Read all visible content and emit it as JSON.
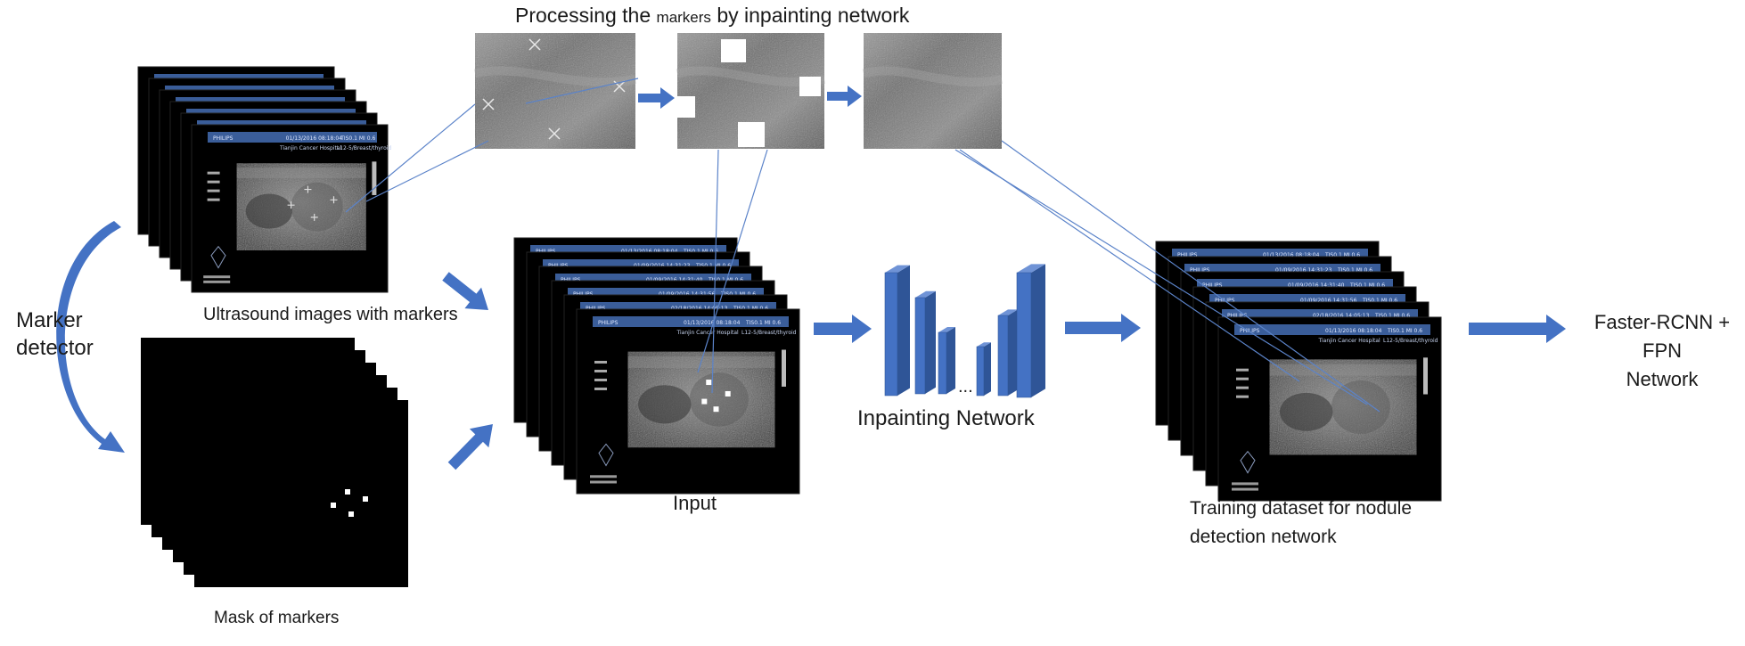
{
  "diagram": {
    "title_prefix": "Processing the ",
    "title_small": "markers",
    "title_suffix": " by inpainting network",
    "marker_detector": [
      "Marker",
      "detector"
    ],
    "ultrasound_label": "Ultrasound images with markers",
    "mask_label": "Mask of markers",
    "input_label": "Input",
    "inpainting_label": "Inpainting Network",
    "network_ellipsis": "...",
    "training_label": [
      "Training dataset for nodule",
      "detection network"
    ],
    "output_label": [
      "Faster-RCNN + FPN",
      "Network"
    ],
    "arrow_color": "#4472c4",
    "network_block_color": "#4472c4"
  },
  "screen_header": {
    "brand": "PHILIPS",
    "dates": [
      "01/13/2016 08:18:04",
      "01/09/2016 14:31:23",
      "01/09/2016 14:31:40",
      "01/09/2016 14:31:56",
      "02/18/2016 14:05:13"
    ],
    "tib": "TIS0.1 MI 0.6",
    "hospital": "Tianjin Cancer Hospital",
    "probe": "L12-5/Breast/thyroid"
  }
}
